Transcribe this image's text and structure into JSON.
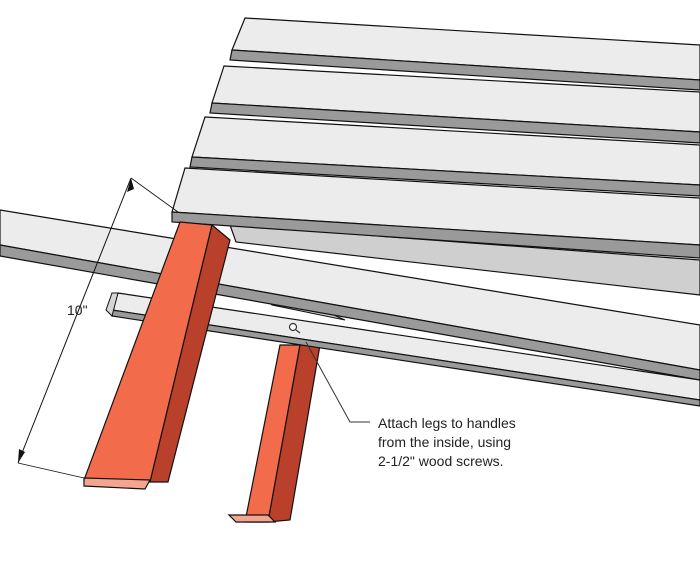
{
  "dimension": {
    "label": "10\""
  },
  "callout": {
    "lines": [
      "Attach legs to handles",
      "from the inside, using",
      "2-1/2\" wood screws."
    ]
  },
  "colors": {
    "lumber_face": "#ececec",
    "lumber_side": "#9a9a9a",
    "leg_front": "#f26b4a",
    "leg_side": "#b9402a",
    "leg_end": "#f5a48f",
    "outline": "#111111"
  }
}
